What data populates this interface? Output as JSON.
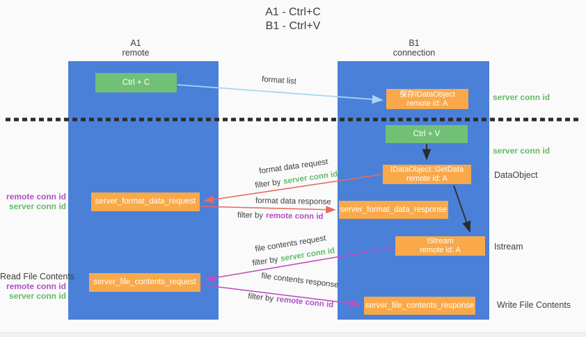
{
  "title": [
    "A1 - Ctrl+C",
    "B1 - Ctrl+V"
  ],
  "colors": {
    "column_blue": "#4a80d8",
    "box_green": "#72c076",
    "box_orange": "#f9a94a",
    "arrow_red": "#e96a60",
    "arrow_magenta": "#bd4fc4",
    "arrow_blue": "#a9d5f2",
    "arrow_black": "#2b2b2b",
    "text_green": "#62bb66",
    "text_purple": "#b04fc6"
  },
  "lanes": {
    "a1": {
      "title": "A1",
      "subtitle": "remote"
    },
    "b1": {
      "title": "B1",
      "subtitle": "connection"
    }
  },
  "nodes": {
    "ctrl_c": {
      "label": "Ctrl + C"
    },
    "ctrl_v": {
      "label": "Ctrl + V"
    },
    "save_dataobject": {
      "line1": "保存IDataObject",
      "line2": "remote id: A"
    },
    "getdata": {
      "line1": "IDataObject::GetData",
      "line2": "remote id: A"
    },
    "istream": {
      "line1": "IStream",
      "line2": "remote id: A"
    },
    "format_request": {
      "label": "server_format_data_request"
    },
    "format_response": {
      "label": "server_format_data_response"
    },
    "file_request": {
      "label": "server_file_contents_request"
    },
    "file_response": {
      "label": "server_file_contents_response"
    }
  },
  "flow_labels": {
    "format_list": "format list",
    "format_data_request": "format data request",
    "format_data_response": "format data response",
    "file_contents_request": "file contents request",
    "file_contents_response": "file contents response",
    "filter_by": "filter by",
    "server_conn_id": "server conn id",
    "remote_conn_id": "remote conn id"
  },
  "side_labels": {
    "right_server_conn_top": "server conn id",
    "right_server_conn_mid": "server conn id",
    "dataobject": "DataObject",
    "istream": "Istream",
    "write_file_contents": "Write File Contents",
    "read_file_contents": "Read File Contents",
    "left_remote_conn_mid": "remote conn id",
    "left_server_conn_mid": "server conn id",
    "left_remote_conn_bottom": "remote conn id",
    "left_server_conn_bottom": "server conn id"
  }
}
